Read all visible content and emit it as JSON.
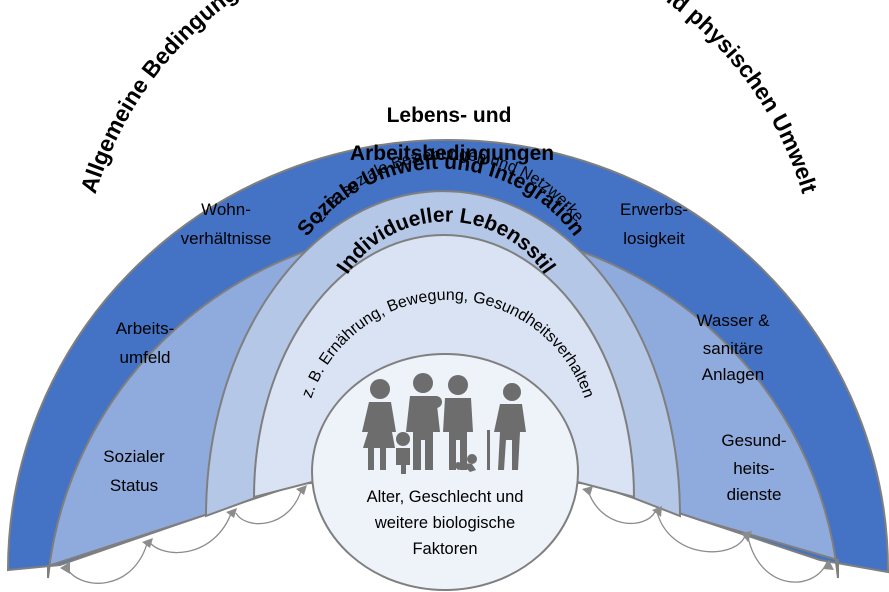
{
  "outer_ring": {
    "label": "Allgemeine Bedingungen der sozioökonomischen, kulturellen und physischen Umwelt",
    "color": "#4472C4"
  },
  "second_ring": {
    "title_line1": "Lebens- und",
    "title_line2": "Arbeitsbedingungen",
    "color": "#8FAADC",
    "left_items": [
      {
        "line1": "Wohn-",
        "line2": "verhältnisse"
      },
      {
        "line1": "Arbeits-",
        "line2": "umfeld"
      },
      {
        "line1": "Sozialer",
        "line2": "Status"
      }
    ],
    "right_items": [
      {
        "line1": "Erwerbs-",
        "line2": "losigkeit"
      },
      {
        "line1": "Wasser &",
        "line2": "sanitäre",
        "line3": "Anlagen"
      },
      {
        "line1": "Gesund-",
        "line2": "heits-",
        "line3": "dienste"
      }
    ]
  },
  "third_ring": {
    "title": "Soziale Umwelt und Integration",
    "subtitle": "z. B. soziale Beziehungen und Netzwerke",
    "color": "#B4C7E7"
  },
  "fourth_ring": {
    "title": "Individueller Lebensstil",
    "subtitle": "z. B. Ernährung, Bewegung, Gesundheitsverhalten",
    "color": "#DAE3F3"
  },
  "core": {
    "icon": "family-group-icon",
    "line1": "Alter, Geschlecht und",
    "line2": "weitere biologische",
    "line3": "Faktoren",
    "color": "#EEF2F9"
  },
  "border_color": "#7F7F7F"
}
